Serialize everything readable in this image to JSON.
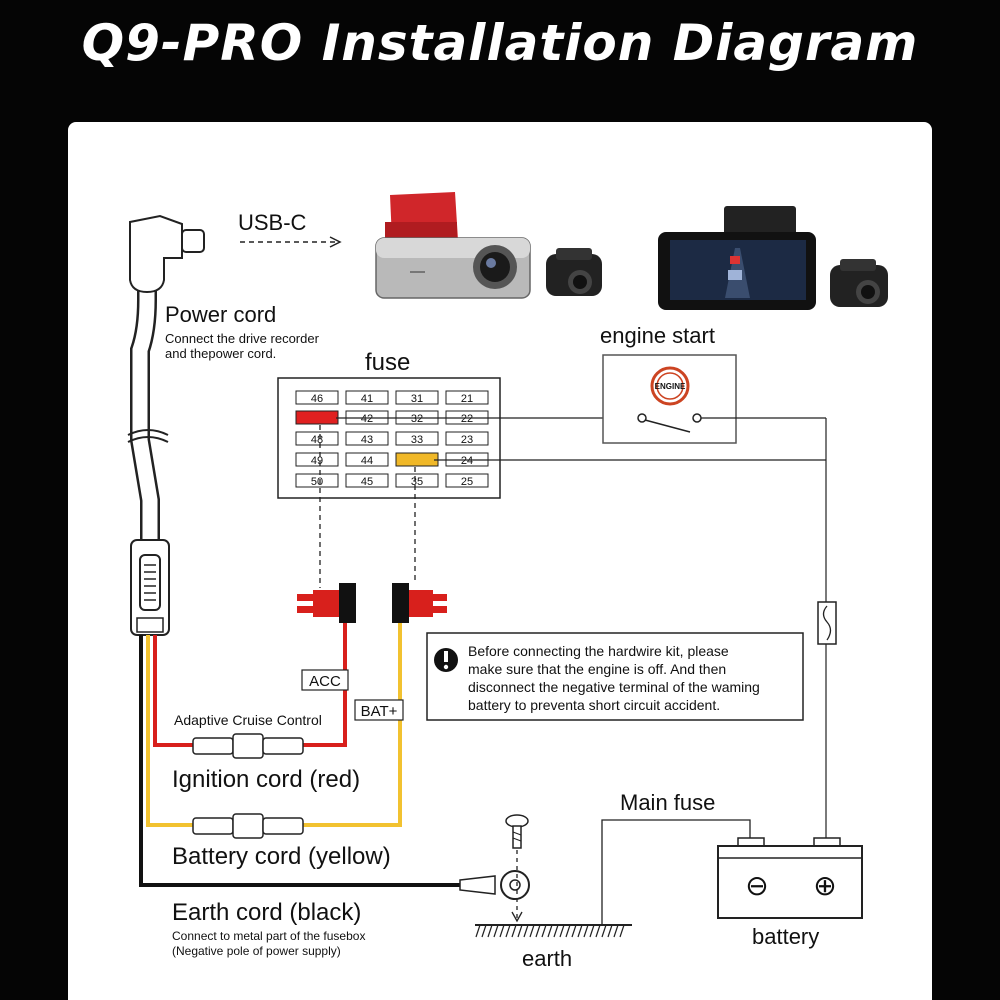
{
  "title": "Q9-PRO Installation Diagram",
  "usb_label": "USB-C",
  "power_cord": {
    "title": "Power cord",
    "desc_line1": "Connect the drive recorder",
    "desc_line2": "and thepower cord."
  },
  "fuse_box": {
    "title": "fuse",
    "rows": [
      [
        "46",
        "41",
        "31",
        "21"
      ],
      [
        "",
        "42",
        "32",
        "22"
      ],
      [
        "48",
        "43",
        "33",
        "23"
      ],
      [
        "49",
        "44",
        "",
        "24"
      ],
      [
        "50",
        "45",
        "35",
        "25"
      ]
    ]
  },
  "engine_start": {
    "label": "engine start",
    "badge": "ENGINE"
  },
  "tags": {
    "acc": "ACC",
    "bat": "BAT+"
  },
  "warning": {
    "line1": "Before connecting the hardwire kit, please",
    "line2": "make sure that the engine is off. And then",
    "line3": "disconnect the negative terminal of the waming",
    "line4": "battery to preventa short circuit accident."
  },
  "labels": {
    "adaptive": "Adaptive Cruise Control",
    "ignition": "Ignition cord (red)",
    "battery_cord": "Battery cord (yellow)",
    "earth_cord": "Earth cord (black)",
    "earth_desc1": "Connect to metal part of the fusebox",
    "earth_desc2": "(Negative pole of power supply)",
    "main_fuse": "Main fuse",
    "battery": "battery",
    "earth": "earth"
  },
  "battery_terminals": {
    "negative": "⊖",
    "positive": "⊕"
  },
  "colors": {
    "red_wire": "#d8201c",
    "yellow_wire": "#f2c230",
    "black_wire": "#111111",
    "cable": "#ffffff",
    "red_cell": "#e02020",
    "yellow_cell": "#f0b828"
  }
}
